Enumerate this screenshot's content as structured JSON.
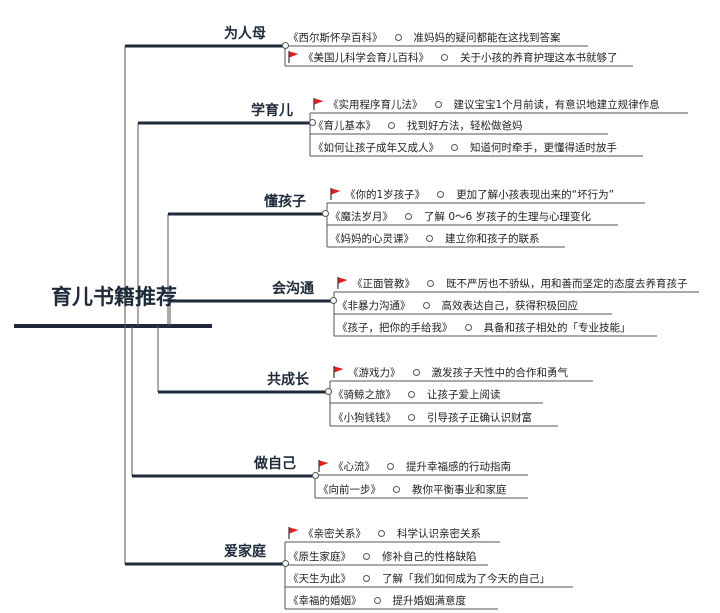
{
  "title": "育儿书籍推荐",
  "colors": {
    "dark": "#1e2a3a",
    "line": "#555555",
    "flag": "#e02020"
  },
  "branches": [
    {
      "label": "为人母",
      "items": [
        {
          "book": "《西尔斯怀孕百科》",
          "desc": "准妈妈的疑问都能在这找到答案",
          "flag": false
        },
        {
          "book": "《美国儿科学会育儿百科》",
          "desc": "关于小孩的养育护理这本书就够了",
          "flag": true
        }
      ]
    },
    {
      "label": "学育儿",
      "items": [
        {
          "book": "《实用程序育儿法》",
          "desc": "建议宝宝1个月前读，有意识地建立规律作息",
          "flag": true
        },
        {
          "book": "《育儿基本》",
          "desc": "找到好方法，轻松做爸妈",
          "flag": false
        },
        {
          "book": "《如何让孩子成年又成人》",
          "desc": "知道何时牵手，更懂得适时放手",
          "flag": false
        }
      ]
    },
    {
      "label": "懂孩子",
      "items": [
        {
          "book": "《你的1岁孩子》",
          "desc": "更加了解小孩表现出来的“坏行为”",
          "flag": true
        },
        {
          "book": "《魔法岁月》",
          "desc": "了解 0～6 岁孩子的生理与心理变化",
          "flag": false
        },
        {
          "book": "《妈妈的心灵课》",
          "desc": "建立你和孩子的联系",
          "flag": false
        }
      ]
    },
    {
      "label": "会沟通",
      "items": [
        {
          "book": "《正面管教》",
          "desc": "既不严厉也不骄纵，用和善而坚定的态度去养育孩子",
          "flag": true
        },
        {
          "book": "《非暴力沟通》",
          "desc": "高效表达自己，获得积极回应",
          "flag": false
        },
        {
          "book": "《孩子，把你的手给我》",
          "desc": "具备和孩子相处的「专业技能」",
          "flag": false
        }
      ]
    },
    {
      "label": "共成长",
      "items": [
        {
          "book": "《游戏力》",
          "desc": "激发孩子天性中的合作和勇气",
          "flag": true
        },
        {
          "book": "《骑鲸之旅》",
          "desc": "让孩子爱上阅读",
          "flag": false
        },
        {
          "book": "《小狗钱钱》",
          "desc": "引导孩子正确认识财富",
          "flag": false
        }
      ]
    },
    {
      "label": "做自己",
      "items": [
        {
          "book": "《心流》",
          "desc": "提升幸福感的行动指南",
          "flag": true
        },
        {
          "book": "《向前一步》",
          "desc": "教你平衡事业和家庭",
          "flag": false
        }
      ]
    },
    {
      "label": "爱家庭",
      "items": [
        {
          "book": "《亲密关系》",
          "desc": "科学认识亲密关系",
          "flag": true
        },
        {
          "book": "《原生家庭》",
          "desc": "修补自己的性格缺陷",
          "flag": false
        },
        {
          "book": "《天生为此》",
          "desc": "了解「我们如何成为了今天的自己」",
          "flag": false
        },
        {
          "book": "《幸福的婚姻》",
          "desc": "提升婚姻满意度",
          "flag": false
        }
      ]
    }
  ]
}
